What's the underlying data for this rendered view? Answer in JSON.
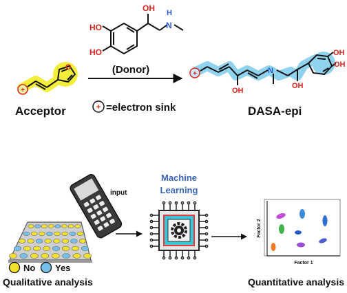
{
  "top": {
    "donor_label": "(Donor)",
    "acceptor_label": "Acceptor",
    "product_label": "DASA-epi",
    "sink_legend": "=electron sink",
    "sink_symbol": "+",
    "atoms": {
      "oh": "OH",
      "ho": "HO",
      "h": "H",
      "n": "N",
      "o": "O"
    }
  },
  "bottom": {
    "input_label": "input",
    "ml_line1": "Machine",
    "ml_line2": "Learning",
    "legend_no": "No",
    "legend_yes": "Yes",
    "qualitative_label": "Qualitative analysis",
    "quantitative_label": "Quantitative analysis",
    "factor1_label": "Factor 1",
    "factor2_label": "Factor 2"
  },
  "colors": {
    "highlight_yellow": "#f2ee3a",
    "highlight_blue": "#8fd3ef",
    "heteroatom_red": "#d9241b",
    "nitrogen_blue": "#2a5bd7",
    "ml_text_blue": "#3a64b8",
    "chip_teal": "#38c6d9",
    "yes_blue": "#74c2ea",
    "no_yellow": "#f3e12b"
  },
  "icons": [
    "electron-sink-icon",
    "microchip-gear-icon",
    "mobile-phone-icon",
    "well-plate-icon",
    "scatter-plot-icon"
  ]
}
